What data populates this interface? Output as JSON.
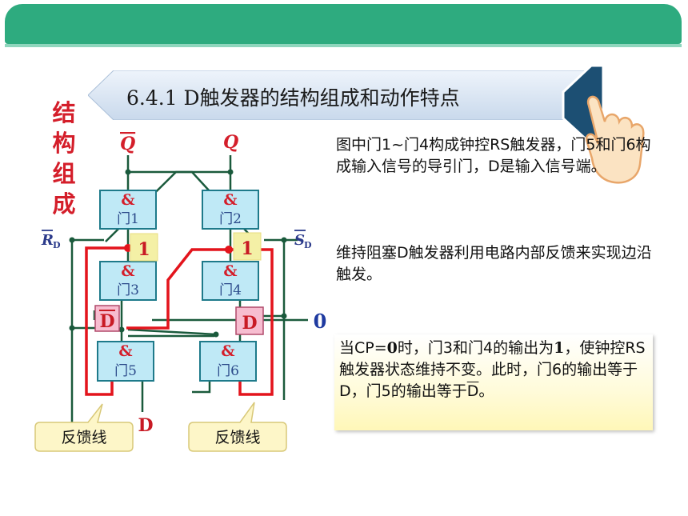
{
  "header": {
    "title": "6.4.1 D触发器的结构组成和动作特点"
  },
  "section_label": [
    "结",
    "构",
    "组",
    "成"
  ],
  "diagram": {
    "output_qbar": "Q",
    "output_q": "Q",
    "gates": [
      {
        "symbol": "&",
        "label": "门1"
      },
      {
        "symbol": "&",
        "label": "门2"
      },
      {
        "symbol": "&",
        "label": "门3"
      },
      {
        "symbol": "&",
        "label": "门4"
      },
      {
        "symbol": "&",
        "label": "门5"
      },
      {
        "symbol": "&",
        "label": "门6"
      }
    ],
    "rd_label": "R",
    "rd_sub": "D",
    "sd_label": "S",
    "sd_sub": "D",
    "val_left": "1",
    "val_right": "1",
    "dbar_box": "D",
    "d_box": "D",
    "cp_value": "0",
    "d_input": "D",
    "callout_left": "反馈线",
    "callout_right": "反馈线"
  },
  "text": {
    "p1": "图中门1~门4构成钟控RS触发器，门5和门6构成输入信号的导引门，D是输入信号端。",
    "p2": "维持阻塞D触发器利用电路内部反馈来实现边沿触发。",
    "note": {
      "pre1": "当CP=",
      "cp": "0",
      "mid1": "时，门3和门4的输出为",
      "one": "1",
      "mid2": "，使钟控RS触发器状态维持不变。此时，门6的输出等于D，门5的输出等于",
      "dbar": "D",
      "end": "。"
    }
  },
  "colors": {
    "topbar": "#2eab7f",
    "red": "#e3141c",
    "gate_fill": "#bfe9f6",
    "gate_stroke": "#1e7a8a",
    "yellow_box": "#f4f0a6",
    "pink_box": "#f7bdd0",
    "label_red": "#d41e2a"
  }
}
